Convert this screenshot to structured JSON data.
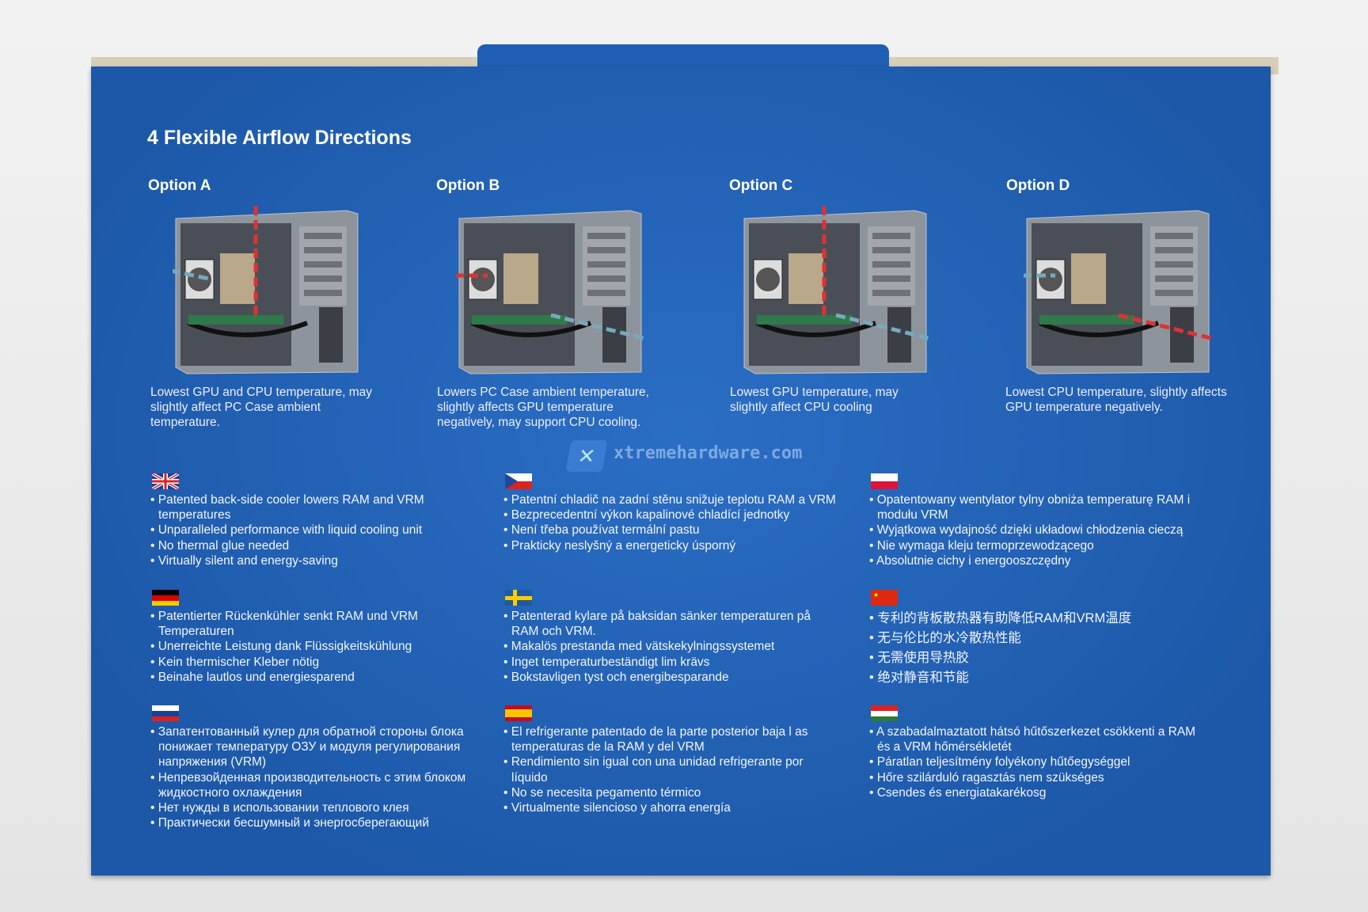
{
  "title": "4 Flexible Airflow Directions",
  "options": [
    {
      "label": "Option A",
      "desc": "Lowest GPU and CPU temperature, may slightly affect PC Case ambient temperature."
    },
    {
      "label": "Option B",
      "desc": "Lowers PC Case ambient temperature, slightly affects GPU temperature negatively, may support CPU cooling."
    },
    {
      "label": "Option C",
      "desc": "Lowest GPU temperature, may slightly affect CPU cooling"
    },
    {
      "label": "Option D",
      "desc": "Lowest CPU temperature, slightly affects GPU temperature negatively."
    }
  ],
  "watermark": "xtremehardware.com",
  "languages": [
    {
      "flag": "uk",
      "items": [
        "Patented back-side cooler lowers RAM and VRM temperatures",
        "Unparalleled performance with liquid cooling unit",
        "No thermal glue needed",
        "Virtually silent and energy-saving"
      ]
    },
    {
      "flag": "czech",
      "items": [
        "Patentní chladič na zadní stěnu snižuje teplotu RAM a VRM",
        "Bezprecedentní výkon kapalinové chladící jednotky",
        "Není třeba používat termální pastu",
        "Prakticky neslyšný a energeticky úsporný"
      ]
    },
    {
      "flag": "poland",
      "items": [
        "Opatentowany wentylator tylny obniża temperaturę RAM i modułu VRM",
        "Wyjątkowa wydajność dzięki układowi chłodzenia cieczą",
        "Nie wymaga kleju termoprzewodzącego",
        "Absolutnie cichy i energooszczędny"
      ]
    },
    {
      "flag": "germany",
      "items": [
        "Patentierter Rückenkühler senkt RAM und VRM Temperaturen",
        "Unerreichte Leistung dank Flüssigkeitskühlung",
        "Kein thermischer Kleber nötig",
        "Beinahe lautlos und energiesparend"
      ]
    },
    {
      "flag": "sweden",
      "items": [
        "Patenterad kylare på baksidan sänker temperaturen på RAM och VRM.",
        "Makalös prestanda med vätskekylningssystemet",
        "Inget temperaturbeständigt lim krävs",
        "Bokstavligen tyst och energibesparande"
      ]
    },
    {
      "flag": "china",
      "items": [
        "专利的背板散热器有助降低RAM和VRM温度",
        "无与伦比的水冷散热性能",
        "无需使用导热胶",
        "绝对静音和节能"
      ]
    },
    {
      "flag": "russia",
      "items": [
        "Запатентованный кулер для обратной стороны блока понижает температуру ОЗУ и модуля регулирования напряжения (VRM)",
        "Непревзойденная производительность с этим блоком жидкостного охлаждения",
        "Нет нужды в использовании теплового клея",
        "Практически бесшумный и энергосберегающий"
      ]
    },
    {
      "flag": "spain",
      "items": [
        "El refrigerante patentado de la parte posterior baja l as temperaturas de la RAM y del VRM",
        "Rendimiento sin igual con una unidad refrigerante por líquido",
        "No se necesita pegamento térmico",
        "Virtualmente silencioso y ahorra energía"
      ]
    },
    {
      "flag": "hungary",
      "items": [
        "A szabadalmaztatott hátsó hűtőszerkezet csökkenti a RAM és a VRM hőmérsékletét",
        "Páratlan teljesítmény folyékony hűtőegységgel",
        "Hőre szilárduló ragasztás nem szükséges",
        "Csendes és energiatakarékosg"
      ]
    }
  ]
}
